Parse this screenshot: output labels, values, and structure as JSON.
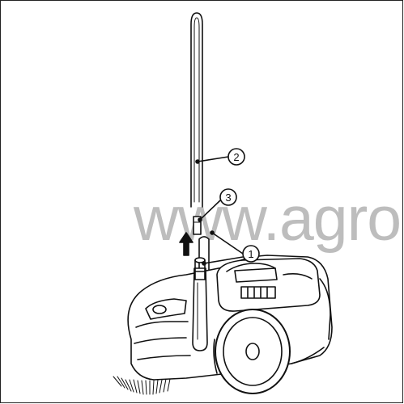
{
  "watermark": {
    "text": "www.agro"
  },
  "callouts": [
    {
      "number": "1",
      "part": "handle-lower-socket"
    },
    {
      "number": "2",
      "part": "handle-tube"
    },
    {
      "number": "3",
      "part": "handle-connector-pin"
    }
  ],
  "arrow": {
    "direction": "up"
  },
  "colors": {
    "line": "#111111",
    "watermark": "#bdbdbd",
    "background": "#ffffff"
  }
}
